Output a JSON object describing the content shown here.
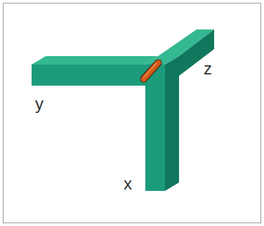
{
  "diagram": {
    "labels": [
      "y",
      "z",
      "x"
    ]
  }
}
